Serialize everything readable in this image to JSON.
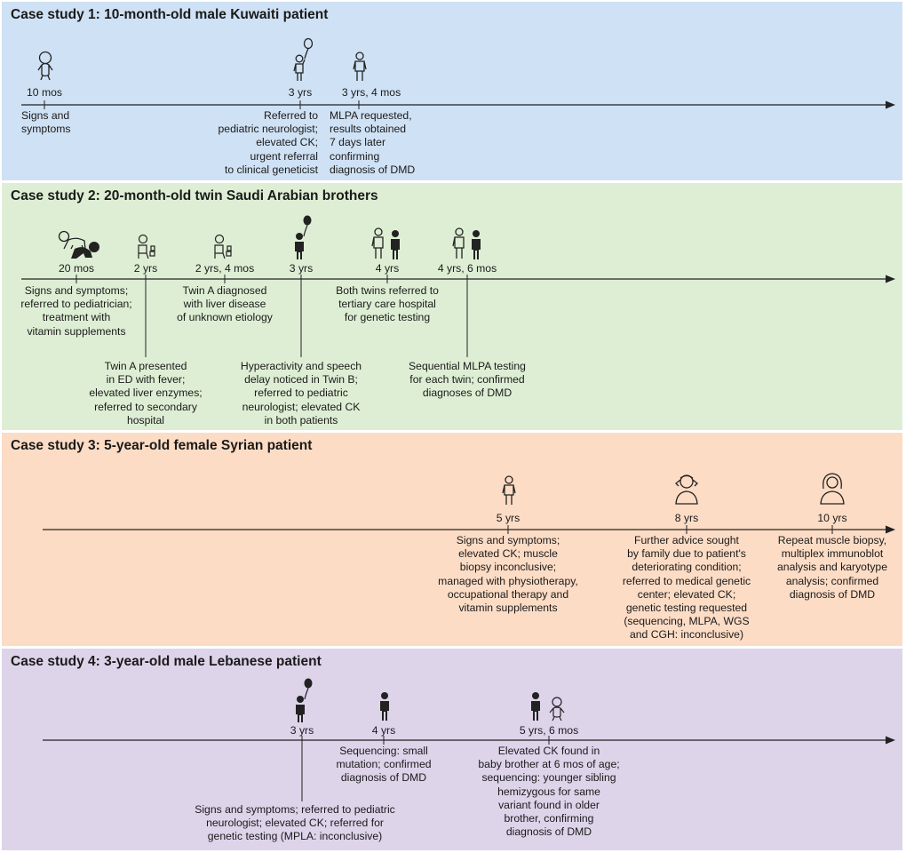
{
  "colors": {
    "case1": "#cfe1f4",
    "case2": "#deeed4",
    "case3": "#fcdcc5",
    "case4": "#ddd4ea"
  },
  "cases": [
    {
      "title": "Case study 1: 10-month-old male Kuwaiti patient",
      "ages": [
        "10 mos",
        "3 yrs",
        "3 yrs, 4 mos"
      ],
      "events": [
        "Signs and\nsymptoms",
        "Referred to\npediatric neurologist;\nelevated CK;\nurgent referral\nto clinical geneticist",
        "MLPA requested,\nresults obtained\n7 days later\nconfirming\ndiagnosis of DMD"
      ]
    },
    {
      "title": "Case study 2: 20-month-old twin Saudi Arabian brothers",
      "ages": [
        "20 mos",
        "2 yrs",
        "2 yrs, 4 mos",
        "3 yrs",
        "4 yrs",
        "4 yrs, 6 mos"
      ],
      "events": [
        "Signs and symptoms;\nreferred to pediatrician;\ntreatment with\nvitamin supplements",
        "Twin A presented\nin ED with fever;\nelevated liver enzymes;\nreferred to secondary\nhospital",
        "Twin A diagnosed\nwith liver disease\nof unknown etiology",
        "Hyperactivity and speech\ndelay noticed in Twin B;\nreferred to pediatric\nneurologist; elevated CK\nin both patients",
        "Both twins referred to\ntertiary care hospital\nfor genetic testing",
        "Sequential MLPA testing\nfor each twin; confirmed\ndiagnoses of DMD"
      ]
    },
    {
      "title": "Case study 3: 5-year-old female Syrian patient",
      "ages": [
        "5 yrs",
        "8 yrs",
        "10 yrs"
      ],
      "events": [
        "Signs and symptoms;\nelevated CK; muscle\nbiopsy inconclusive;\nmanaged with physiotherapy,\noccupational therapy and\nvitamin supplements",
        "Further advice sought\nby family due to patient's\ndeteriorating condition;\nreferred to medical genetic\ncenter; elevated CK;\ngenetic testing requested\n(sequencing, MLPA, WGS\nand CGH: inconclusive)",
        "Repeat muscle biopsy,\nmultiplex immunoblot\nanalysis and karyotype\nanalysis; confirmed\ndiagnosis of DMD"
      ]
    },
    {
      "title": "Case study 4: 3-year-old male Lebanese patient",
      "ages": [
        "3 yrs",
        "4 yrs",
        "5 yrs, 6 mos"
      ],
      "events": [
        "Signs and symptoms; referred to pediatric\nneurologist; elevated CK; referred for\ngenetic testing (MPLA: inconclusive)",
        "Sequencing: small\nmutation; confirmed\ndiagnosis of DMD",
        "Elevated CK found in\nbaby brother at 6 mos of age;\nsequencing: younger sibling\nhemizygous for same\nvariant found in older\nbrother, confirming\ndiagnosis of DMD"
      ]
    }
  ]
}
